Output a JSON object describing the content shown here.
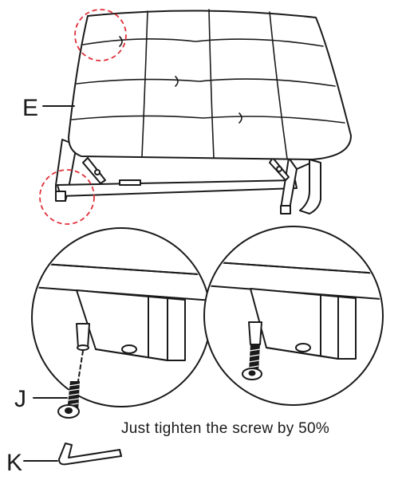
{
  "labels": {
    "cushion": "E",
    "screw": "J",
    "key": "K"
  },
  "instruction": "Just tighten the screw by 50%",
  "colors": {
    "line": "#1a1a1a",
    "highlight": "#e0303a",
    "background": "#ffffff"
  }
}
